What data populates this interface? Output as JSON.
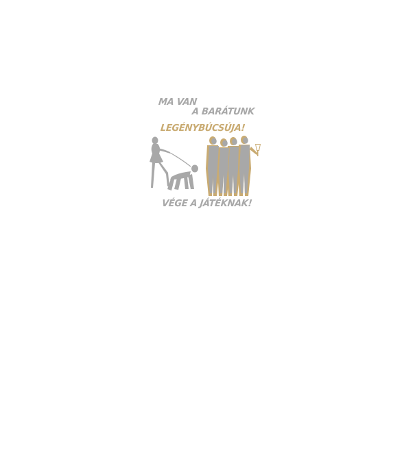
{
  "text": {
    "line1": "MA VAN",
    "line2": "A BARÁTUNK",
    "line3": "LEGÉNYBÚCSÚJA!",
    "line4": "VÉGE A JÁTÉKNAK!"
  },
  "colors": {
    "gray": "#a8a8a8",
    "gold": "#c9ab72",
    "background": "#ffffff"
  }
}
